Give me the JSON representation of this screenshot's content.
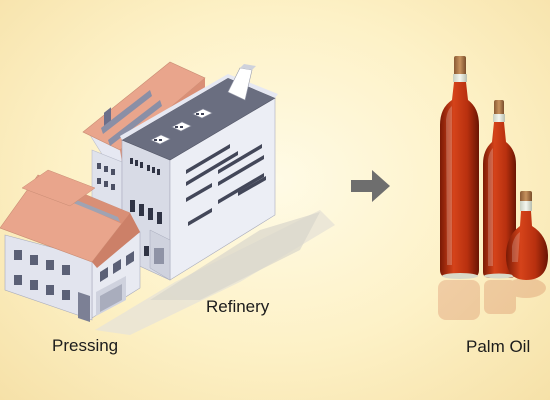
{
  "labels": {
    "pressing": "Pressing",
    "refinery": "Refinery",
    "product": "Palm Oil"
  },
  "icons": {
    "flow_arrow": "right-arrow-icon"
  },
  "colors": {
    "background": "#fdf1c6",
    "roof": "#e9a58c",
    "wall": "#e6e8f2",
    "arrow": "#6e6e6e",
    "oil": "#b8300f",
    "cork": "#b07a4a"
  }
}
